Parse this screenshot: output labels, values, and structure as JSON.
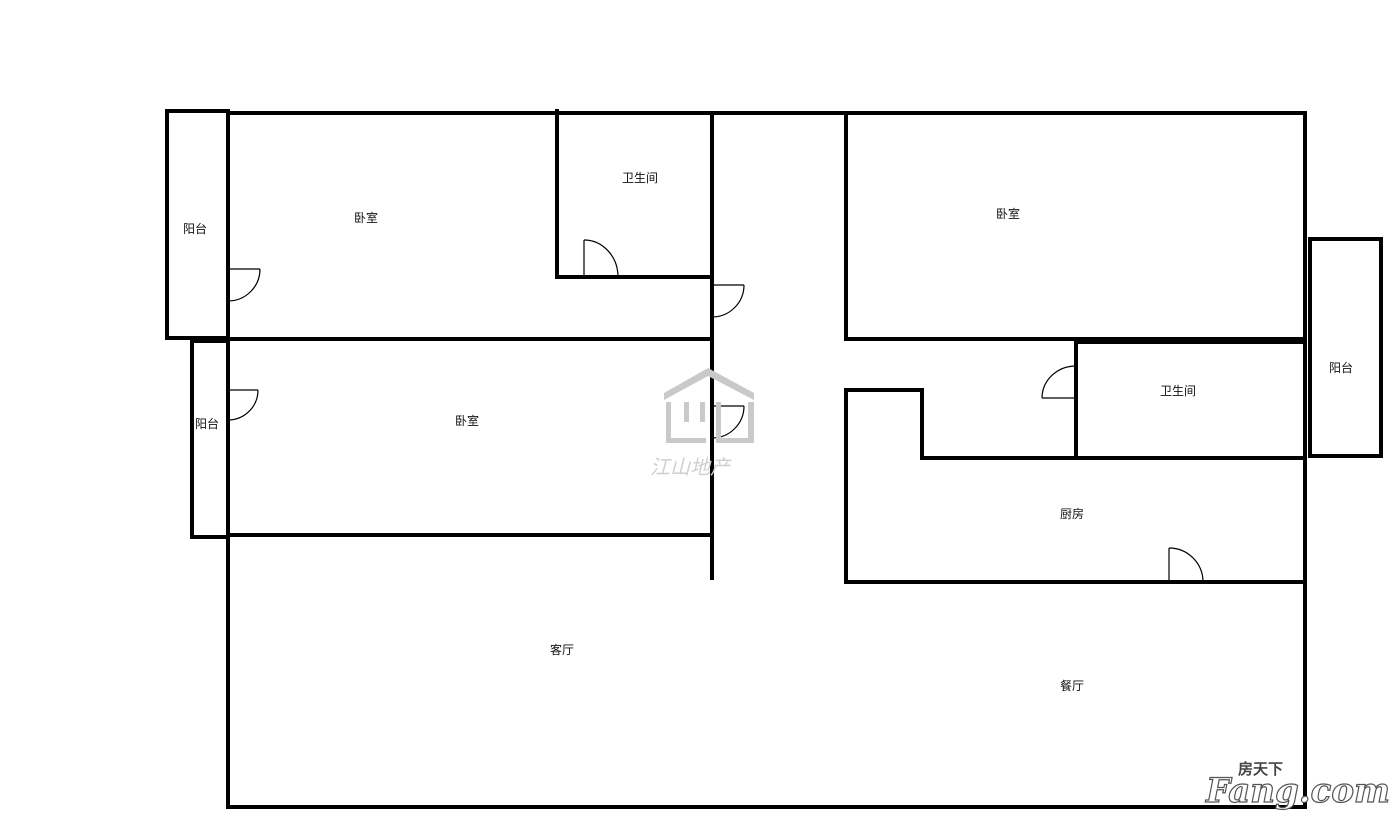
{
  "rooms": {
    "balcony_left_top": "阳台",
    "bedroom_top_left": "卧室",
    "bathroom_top": "卫生间",
    "bedroom_top_right": "卧室",
    "balcony_left_bottom": "阳台",
    "bedroom_middle_left": "卧室",
    "balcony_right": "阳台",
    "bathroom_right": "卫生间",
    "kitchen": "厨房",
    "living_room": "客厅",
    "dining_room": "餐厅"
  },
  "watermark": {
    "center_text": "江山地产",
    "brand_cn": "房天下",
    "brand_en": "Fang.com"
  },
  "colors": {
    "wall": "#000000",
    "watermark": "#c9c9c9",
    "background": "#ffffff"
  }
}
